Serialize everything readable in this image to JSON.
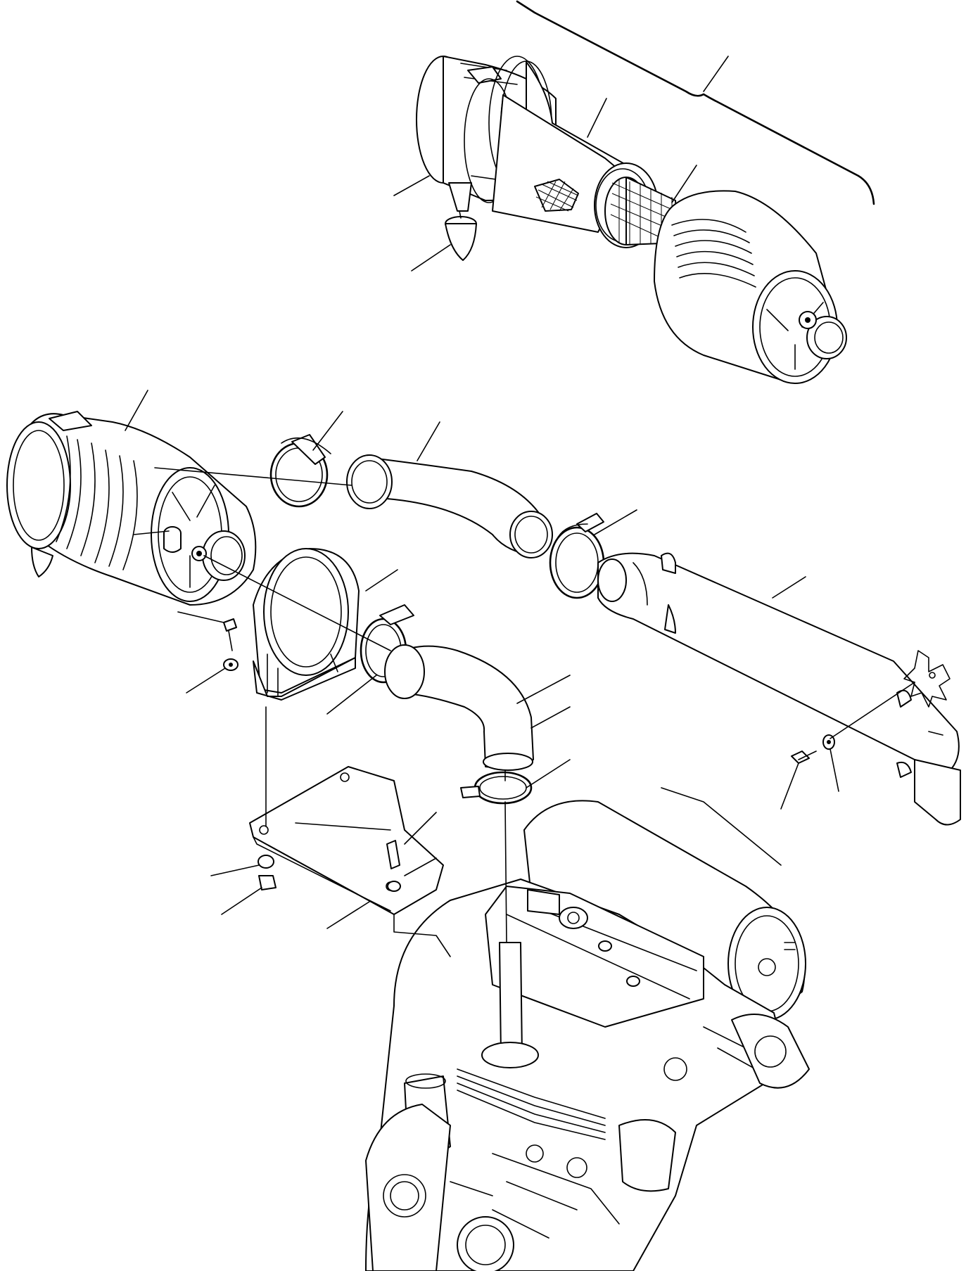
{
  "diagram": {
    "type": "exploded-parts-view",
    "labels_printed": false,
    "components": [
      {
        "id": "air-cleaner-assembly-top",
        "icon": "cylinder"
      },
      {
        "id": "outer-element",
        "icon": "cylinder"
      },
      {
        "id": "inner-element",
        "icon": "mesh-cylinder"
      },
      {
        "id": "cover",
        "icon": "cylinder"
      },
      {
        "id": "evacuator-valve",
        "icon": "cone"
      },
      {
        "id": "air-cleaner-assembly",
        "icon": "cylinder"
      },
      {
        "id": "clamp-upper",
        "icon": "ring"
      },
      {
        "id": "intake-hose",
        "icon": "hose"
      },
      {
        "id": "clamp-middle",
        "icon": "ring"
      },
      {
        "id": "intake-pipe",
        "icon": "pipe"
      },
      {
        "id": "band-bracket",
        "icon": "bracket"
      },
      {
        "id": "clamp-lower",
        "icon": "ring"
      },
      {
        "id": "elbow-hose",
        "icon": "elbow"
      },
      {
        "id": "clamp-bottom",
        "icon": "ring"
      },
      {
        "id": "mounting-plate",
        "icon": "plate"
      },
      {
        "id": "bolts",
        "icon": "bolt"
      },
      {
        "id": "washers",
        "icon": "washer"
      },
      {
        "id": "nut",
        "icon": "nut"
      },
      {
        "id": "engine",
        "icon": "engine"
      }
    ]
  }
}
